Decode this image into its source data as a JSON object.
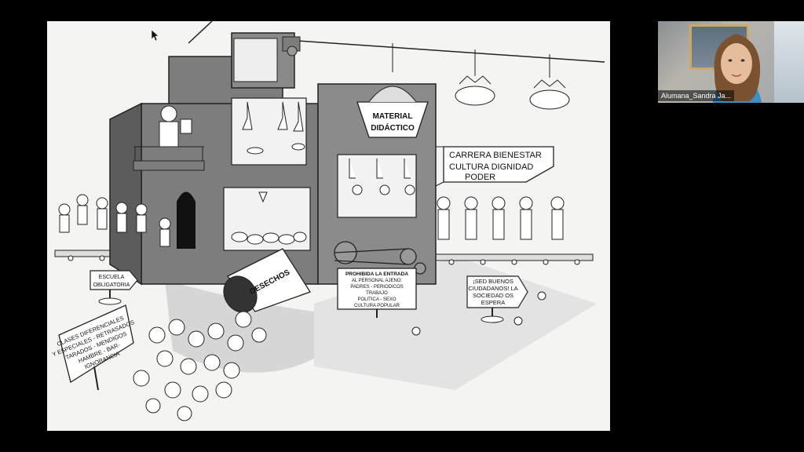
{
  "slide": {
    "labels": {
      "material_1": "MATERIAL",
      "material_2": "DIDÁCTICO",
      "career_1": "CARRERA BIENESTAR",
      "career_2": "CULTURA DIGNIDAD",
      "career_3": "PODER",
      "desechos": "DESECHOS",
      "escuela_1": "ESCUELA",
      "escuela_2": "OBLIGATORIA",
      "prohibida_1": "PROHIBIDA LA ENTRADA",
      "prohibida_2": "AL PERSONAL AJENO:",
      "prohibida_3": "PADRES - PERIODICOS",
      "prohibida_4": "TRABAJO",
      "prohibida_5": "POLITICA - SEXO",
      "prohibida_6": "CULTURA POPULAR",
      "sed_1": "¡SED BUENOS",
      "sed_2": "CIUDADANOS! LA",
      "sed_3": "SOCIEDAD OS",
      "sed_4": "ESPERA",
      "clases_1": "CLASES DIFERENCIALES",
      "clases_2": "Y ESPECIALES - RETRASADOS",
      "clases_3": "TARADOS - MENDIGOS",
      "clases_4": "HAMBRE - BAR-",
      "clases_5": "IGNORANCIA"
    }
  },
  "video": {
    "participant_name": "Alumana_Sandra Ja..."
  },
  "colors": {
    "building": "#7d7d7d",
    "building_dark": "#5c5c5c",
    "ink": "#111111",
    "paper": "#f4f4f2"
  }
}
